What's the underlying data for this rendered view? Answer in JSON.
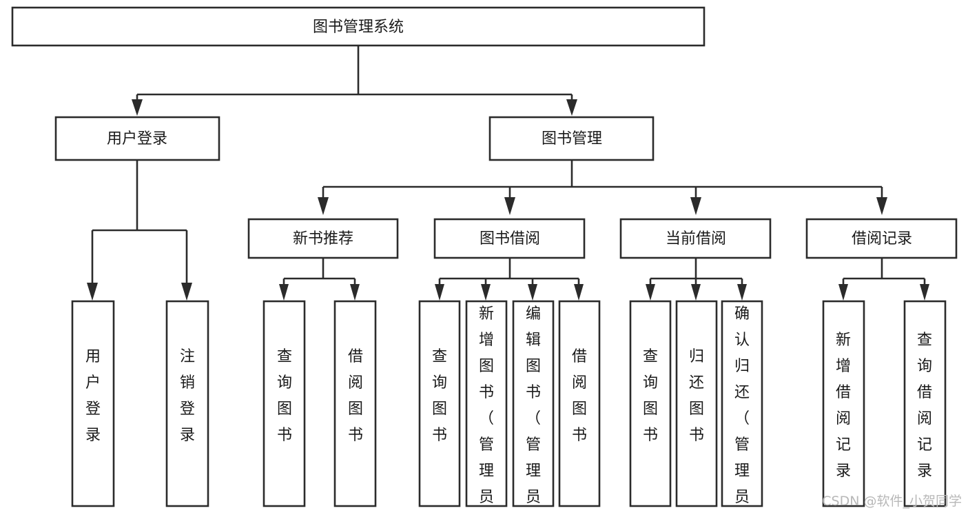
{
  "diagram": {
    "title": "图书管理系统",
    "type": "tree-hierarchy-chart",
    "root": {
      "id": "root",
      "label": "图书管理系统"
    },
    "level2": [
      {
        "id": "user-login",
        "label": "用户登录"
      },
      {
        "id": "book-management",
        "label": "图书管理"
      }
    ],
    "level3": [
      {
        "id": "new-book-recommend",
        "label": "新书推荐",
        "parent": "book-management"
      },
      {
        "id": "book-borrow",
        "label": "图书借阅",
        "parent": "book-management"
      },
      {
        "id": "current-borrow",
        "label": "当前借阅",
        "parent": "book-management"
      },
      {
        "id": "borrow-record",
        "label": "借阅记录",
        "parent": "book-management"
      }
    ],
    "leaves": {
      "user-login": [
        {
          "id": "leaf-user-login",
          "label": "用户登录"
        },
        {
          "id": "leaf-logout-login",
          "label": "注销登录"
        }
      ],
      "new-book-recommend": [
        {
          "id": "leaf-query-book-1",
          "label": "查询图书"
        },
        {
          "id": "leaf-borrow-book-1",
          "label": "借阅图书"
        }
      ],
      "book-borrow": [
        {
          "id": "leaf-query-book-2",
          "label": "查询图书"
        },
        {
          "id": "leaf-add-book",
          "label": "新增图书（管理员）"
        },
        {
          "id": "leaf-edit-book",
          "label": "编辑图书（管理员）"
        },
        {
          "id": "leaf-borrow-book-2",
          "label": "借阅图书"
        }
      ],
      "current-borrow": [
        {
          "id": "leaf-query-book-3",
          "label": "查询图书"
        },
        {
          "id": "leaf-return-book",
          "label": "归还图书"
        },
        {
          "id": "leaf-confirm-return",
          "label": "确认归还（管理员）"
        }
      ],
      "borrow-record": [
        {
          "id": "leaf-add-record",
          "label": "新增借阅记录"
        },
        {
          "id": "leaf-query-record",
          "label": "查询借阅记录"
        }
      ]
    }
  },
  "watermark": {
    "text": "CSDN @软件_小贺同学"
  },
  "colors": {
    "box_stroke": "#2b2b2b",
    "box_fill": "#ffffff",
    "text": "#1a1a1a",
    "connector": "#2b2b2b",
    "watermark": "#b8b8b8",
    "background": "#ffffff"
  }
}
